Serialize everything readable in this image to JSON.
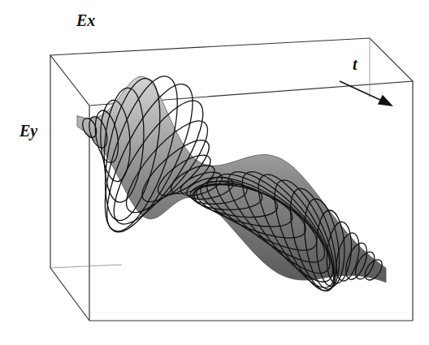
{
  "diagram": {
    "labels": [
      "Ex",
      "Ey",
      "t"
    ]
  }
}
